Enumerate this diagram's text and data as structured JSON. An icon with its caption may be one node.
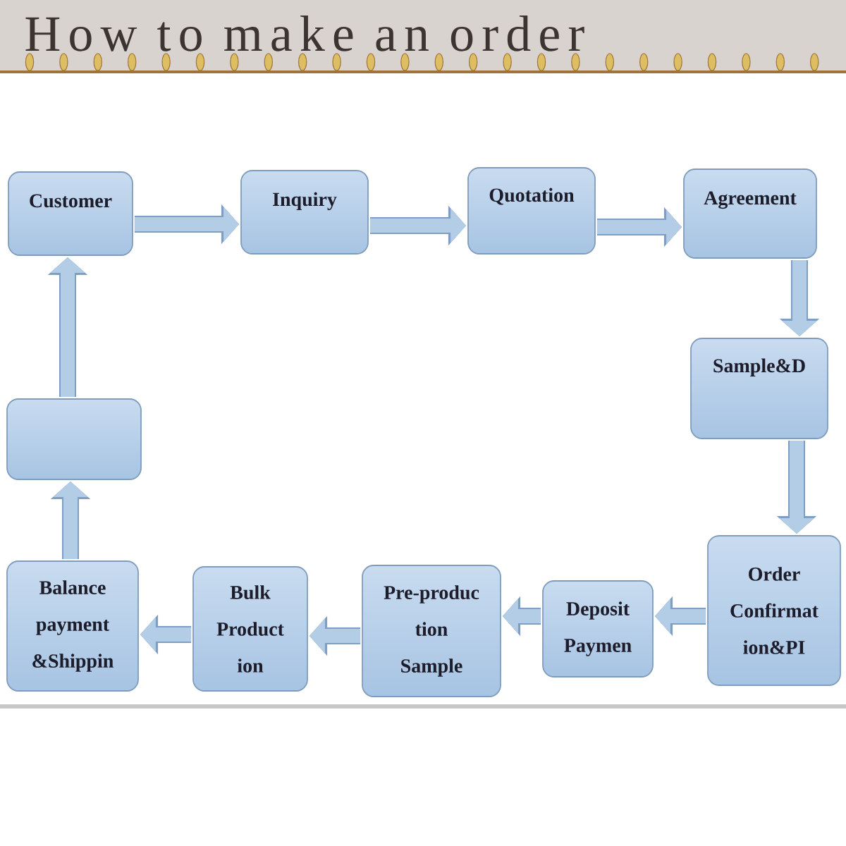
{
  "diagram": {
    "title": "How to make an order",
    "nodes": [
      {
        "text": [
          "Customer"
        ]
      },
      {
        "text": [
          "Inquiry"
        ]
      },
      {
        "text": [
          "Quotation"
        ]
      },
      {
        "text": [
          "Agreement"
        ]
      },
      {
        "text": [
          "Sample&D"
        ]
      },
      {
        "text": [
          "Order Confirmat ion&PI"
        ]
      },
      {
        "text": [
          "Deposit Paymen"
        ]
      },
      {
        "text": [
          "Pre-produc tion Sample"
        ]
      },
      {
        "text": [
          "Bulk Product ion"
        ]
      },
      {
        "text": [
          "Balance payment &Shippin"
        ]
      },
      {
        "text": [],
        "shape": "box"
      }
    ],
    "edges": [
      {
        "from": 0,
        "to": 1,
        "arrow": "to"
      },
      {
        "from": 1,
        "to": 2,
        "arrow": "to"
      },
      {
        "from": 2,
        "to": 3,
        "arrow": "to"
      },
      {
        "from": 3,
        "to": 4,
        "arrow": "to"
      },
      {
        "from": 4,
        "to": 5,
        "arrow": "to"
      },
      {
        "from": 5,
        "to": 6,
        "arrow": "to"
      },
      {
        "from": 6,
        "to": 7,
        "arrow": "to"
      },
      {
        "from": 7,
        "to": 8,
        "arrow": "to"
      },
      {
        "from": 8,
        "to": 9,
        "arrow": "to"
      },
      {
        "from": 9,
        "to": 10,
        "arrow": "to"
      },
      {
        "from": 10,
        "to": 0,
        "arrow": "to"
      }
    ]
  }
}
